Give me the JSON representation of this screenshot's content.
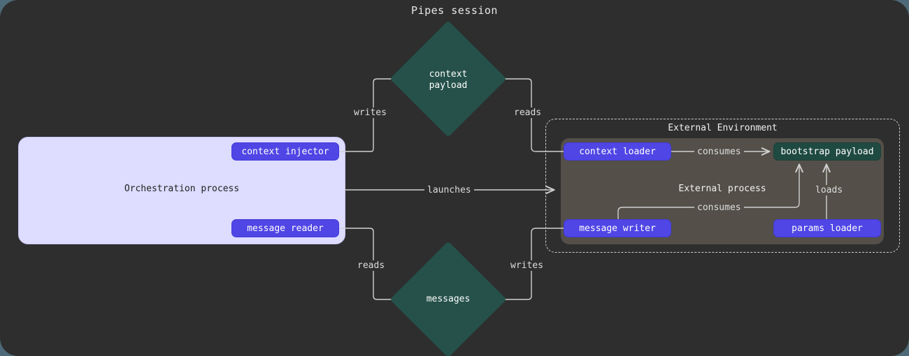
{
  "diagram": {
    "title": "Pipes session",
    "colors": {
      "page_background": "#4e6a78",
      "card_background": "#2e2e2e",
      "orchestration_cluster": "#dedcff",
      "external_process_cluster": "#545049",
      "node_purple": "#5046e5",
      "node_teal": "#1f4a41",
      "diamond_teal": "#25514a",
      "edge_stroke": "#d0d0d0"
    },
    "clusters": [
      {
        "id": "orchestration",
        "label": "Orchestration process",
        "style": "solid-light"
      },
      {
        "id": "external-environment",
        "label": "External Environment",
        "style": "dashed"
      },
      {
        "id": "external-process",
        "label": "External process",
        "style": "solid-grey"
      }
    ],
    "nodes": [
      {
        "id": "context-injector",
        "label": "context injector",
        "shape": "rounded-rect",
        "color": "purple",
        "cluster": "orchestration"
      },
      {
        "id": "message-reader",
        "label": "message reader",
        "shape": "rounded-rect",
        "color": "purple",
        "cluster": "orchestration"
      },
      {
        "id": "context-payload",
        "label": "context payload",
        "label_lines": [
          "context",
          "payload"
        ],
        "shape": "diamond",
        "color": "teal",
        "cluster": null
      },
      {
        "id": "messages",
        "label": "messages",
        "label_lines": [
          "messages"
        ],
        "shape": "diamond",
        "color": "teal",
        "cluster": null
      },
      {
        "id": "context-loader",
        "label": "context loader",
        "shape": "rounded-rect",
        "color": "purple",
        "cluster": "external-process"
      },
      {
        "id": "bootstrap-payload",
        "label": "bootstrap payload",
        "shape": "rounded-rect",
        "color": "teal",
        "cluster": "external-process"
      },
      {
        "id": "message-writer",
        "label": "message writer",
        "shape": "rounded-rect",
        "color": "purple",
        "cluster": "external-process"
      },
      {
        "id": "params-loader",
        "label": "params loader",
        "shape": "rounded-rect",
        "color": "purple",
        "cluster": "external-process"
      }
    ],
    "edges": [
      {
        "id": "injector-writes-context",
        "from": "context-injector",
        "to": "context-payload",
        "label": "writes"
      },
      {
        "id": "loader-reads-context",
        "from": "context-loader",
        "to": "context-payload",
        "label": "reads"
      },
      {
        "id": "orchestration-launches-external",
        "from": "orchestration",
        "to": "external-process",
        "label": "launches"
      },
      {
        "id": "reader-reads-messages",
        "from": "message-reader",
        "to": "messages",
        "label": "reads"
      },
      {
        "id": "writer-writes-messages",
        "from": "message-writer",
        "to": "messages",
        "label": "writes"
      },
      {
        "id": "context-loader-consumes-bootstrap",
        "from": "context-loader",
        "to": "bootstrap-payload",
        "label": "consumes"
      },
      {
        "id": "message-writer-consumes-bootstrap",
        "from": "message-writer",
        "to": "bootstrap-payload",
        "label": "consumes"
      },
      {
        "id": "params-loader-loads-bootstrap",
        "from": "params-loader",
        "to": "bootstrap-payload",
        "label": "loads"
      }
    ]
  }
}
